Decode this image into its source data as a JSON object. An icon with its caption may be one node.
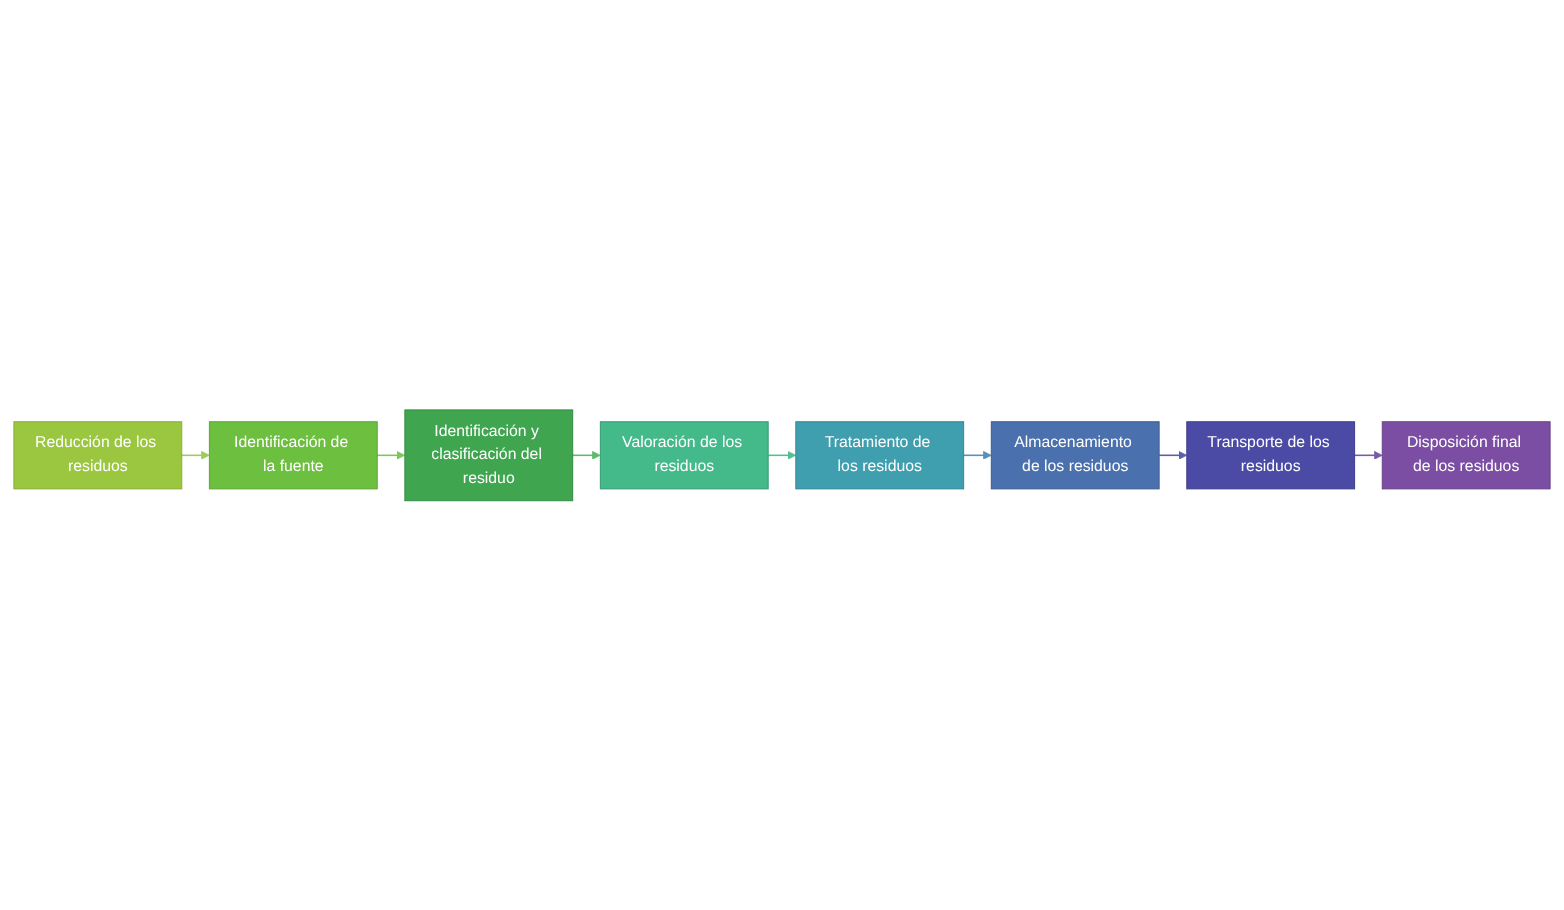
{
  "diagram": {
    "nodes": [
      {
        "text": [
          "Reducción de los residuos"
        ]
      },
      {
        "text": [
          "Identificación de la fuente"
        ]
      },
      {
        "text": [
          "Identificación y clasificación del residuo"
        ]
      },
      {
        "text": [
          "Valoración de los residuos"
        ]
      },
      {
        "text": [
          "Tratamiento de los residuos"
        ]
      },
      {
        "text": [
          "Almacenamiento de los residuos"
        ]
      },
      {
        "text": [
          "Transporte de los residuos"
        ]
      },
      {
        "text": [
          "Disposición final de los residuos"
        ]
      }
    ],
    "edges": [
      {
        "from": 0,
        "to": 1,
        "arrow": "to",
        "color": "#9ccd5a"
      },
      {
        "from": 1,
        "to": 2,
        "arrow": "to",
        "color": "#7cc85a"
      },
      {
        "from": 2,
        "to": 3,
        "arrow": "to",
        "color": "#5cbb6a"
      },
      {
        "from": 3,
        "to": 4,
        "arrow": "to",
        "color": "#52bf98"
      },
      {
        "from": 4,
        "to": 5,
        "arrow": "to",
        "color": "#5a8fb8"
      },
      {
        "from": 5,
        "to": 6,
        "arrow": "to",
        "color": "#5a60a8"
      },
      {
        "from": 6,
        "to": 7,
        "arrow": "to",
        "color": "#7a5aa8"
      }
    ]
  }
}
